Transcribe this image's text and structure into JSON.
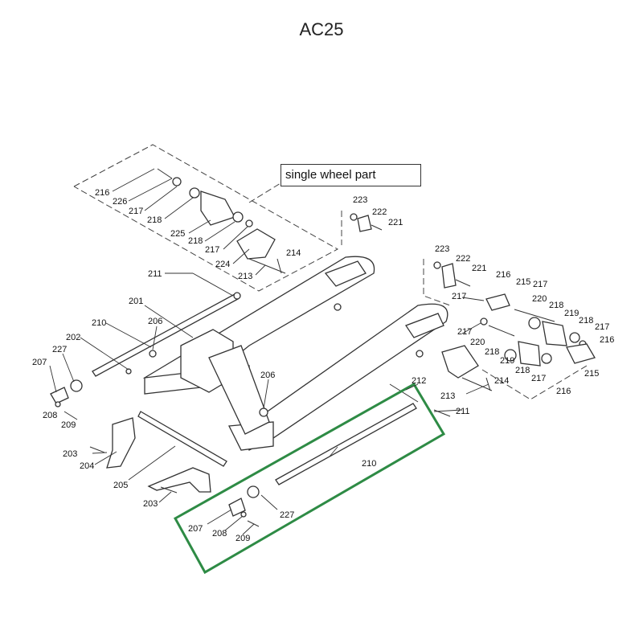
{
  "title": "AC25",
  "single_wheel_label": "single wheel part",
  "highlight_color": "#2e8b45",
  "labels": [
    {
      "id": "l216a",
      "text": "216"
    },
    {
      "id": "l226",
      "text": "226"
    },
    {
      "id": "l217a",
      "text": "217"
    },
    {
      "id": "l218a",
      "text": "218"
    },
    {
      "id": "l225",
      "text": "225"
    },
    {
      "id": "l218b",
      "text": "218"
    },
    {
      "id": "l217b",
      "text": "217"
    },
    {
      "id": "l224",
      "text": "224"
    },
    {
      "id": "l214a",
      "text": "214"
    },
    {
      "id": "l213a",
      "text": "213"
    },
    {
      "id": "l223a",
      "text": "223"
    },
    {
      "id": "l222a",
      "text": "222"
    },
    {
      "id": "l221a",
      "text": "221"
    },
    {
      "id": "l223b",
      "text": "223"
    },
    {
      "id": "l222b",
      "text": "222"
    },
    {
      "id": "l221b",
      "text": "221"
    },
    {
      "id": "l216b",
      "text": "216"
    },
    {
      "id": "l215a",
      "text": "215"
    },
    {
      "id": "l217c",
      "text": "217"
    },
    {
      "id": "l217d",
      "text": "217"
    },
    {
      "id": "l220a",
      "text": "220"
    },
    {
      "id": "l218c",
      "text": "218"
    },
    {
      "id": "l219a",
      "text": "219"
    },
    {
      "id": "l218d",
      "text": "218"
    },
    {
      "id": "l217e",
      "text": "217"
    },
    {
      "id": "l216c",
      "text": "216"
    },
    {
      "id": "l217f",
      "text": "217"
    },
    {
      "id": "l220b",
      "text": "220"
    },
    {
      "id": "l218e",
      "text": "218"
    },
    {
      "id": "l219b",
      "text": "219"
    },
    {
      "id": "l218f",
      "text": "218"
    },
    {
      "id": "l217g",
      "text": "217"
    },
    {
      "id": "l215b",
      "text": "215"
    },
    {
      "id": "l216d",
      "text": "216"
    },
    {
      "id": "l214b",
      "text": "214"
    },
    {
      "id": "l213b",
      "text": "213"
    },
    {
      "id": "l212",
      "text": "212"
    },
    {
      "id": "l211b",
      "text": "211"
    },
    {
      "id": "l211a",
      "text": "211"
    },
    {
      "id": "l201",
      "text": "201"
    },
    {
      "id": "l210a",
      "text": "210"
    },
    {
      "id": "l206a",
      "text": "206"
    },
    {
      "id": "l202",
      "text": "202"
    },
    {
      "id": "l227a",
      "text": "227"
    },
    {
      "id": "l207a",
      "text": "207"
    },
    {
      "id": "l206b",
      "text": "206"
    },
    {
      "id": "l208a",
      "text": "208"
    },
    {
      "id": "l209a",
      "text": "209"
    },
    {
      "id": "l203a",
      "text": "203"
    },
    {
      "id": "l204",
      "text": "204"
    },
    {
      "id": "l205",
      "text": "205"
    },
    {
      "id": "l203b",
      "text": "203"
    },
    {
      "id": "l210b",
      "text": "210"
    },
    {
      "id": "l227b",
      "text": "227"
    },
    {
      "id": "l207b",
      "text": "207"
    },
    {
      "id": "l208b",
      "text": "208"
    },
    {
      "id": "l209b",
      "text": "209"
    }
  ]
}
